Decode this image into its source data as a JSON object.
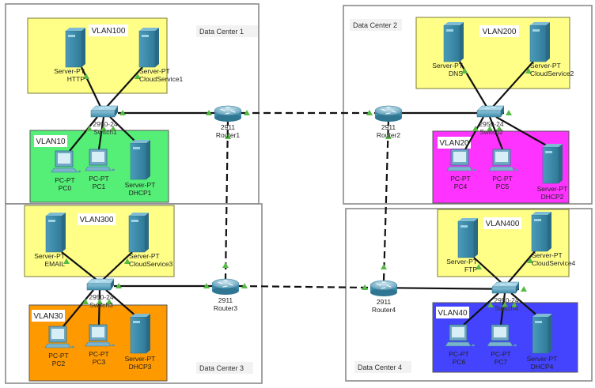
{
  "title": "Four data center network topology",
  "colors": {
    "vlan_server": "#ffff88",
    "vlan10": "#55ee77",
    "vlan20": "#ff33ff",
    "vlan30": "#ff9900",
    "vlan40": "#4444ff",
    "link": "#111111",
    "port_up": "#55bb44",
    "device": "#3f8aa8"
  },
  "data_centers": [
    {
      "id": "dc1",
      "label": "Data Center 1",
      "server_vlan": "VLAN100",
      "pc_vlan": "VLAN10",
      "switch": {
        "model": "2950-24",
        "name": "Switch1"
      },
      "router": {
        "model": "2911",
        "name": "Router1"
      },
      "servers": [
        {
          "type": "Server-PT",
          "name": "HTTP"
        },
        {
          "type": "Server-PT",
          "name": "CloudService1"
        }
      ],
      "hosts": [
        {
          "type": "PC-PT",
          "name": "PC0"
        },
        {
          "type": "PC-PT",
          "name": "PC1"
        },
        {
          "type": "Server-PT",
          "name": "DHCP1"
        }
      ]
    },
    {
      "id": "dc2",
      "label": "Data Center 2",
      "server_vlan": "VLAN200",
      "pc_vlan": "VLAN20",
      "switch": {
        "model": "2950-24",
        "name": "Switch2"
      },
      "router": {
        "model": "2911",
        "name": "Router2"
      },
      "servers": [
        {
          "type": "Server-PT",
          "name": "DNS"
        },
        {
          "type": "Server-PT",
          "name": "CloudService2"
        }
      ],
      "hosts": [
        {
          "type": "PC-PT",
          "name": "PC4"
        },
        {
          "type": "PC-PT",
          "name": "PC5"
        },
        {
          "type": "Server-PT",
          "name": "DHCP2"
        }
      ]
    },
    {
      "id": "dc3",
      "label": "Data Center 3",
      "server_vlan": "VLAN300",
      "pc_vlan": "VLAN30",
      "switch": {
        "model": "2950-24",
        "name": "Switch3"
      },
      "router": {
        "model": "2911",
        "name": "Router3"
      },
      "servers": [
        {
          "type": "Server-PT",
          "name": "EMAIL"
        },
        {
          "type": "Server-PT",
          "name": "CloudService3"
        }
      ],
      "hosts": [
        {
          "type": "PC-PT",
          "name": "PC2"
        },
        {
          "type": "PC-PT",
          "name": "PC3"
        },
        {
          "type": "Server-PT",
          "name": "DHCP3"
        }
      ]
    },
    {
      "id": "dc4",
      "label": "Data Center 4",
      "server_vlan": "VLAN400",
      "pc_vlan": "VLAN40",
      "switch": {
        "model": "2950-24",
        "name": "Switch4"
      },
      "router": {
        "model": "2911",
        "name": "Router4"
      },
      "servers": [
        {
          "type": "Server-PT",
          "name": "FTP"
        },
        {
          "type": "Server-PT",
          "name": "CloudService4"
        }
      ],
      "hosts": [
        {
          "type": "PC-PT",
          "name": "PC6"
        },
        {
          "type": "PC-PT",
          "name": "PC7"
        },
        {
          "type": "Server-PT",
          "name": "DHCP4"
        }
      ]
    }
  ],
  "wan_links": [
    {
      "from": "Router1",
      "to": "Router2",
      "style": "dashed"
    },
    {
      "from": "Router1",
      "to": "Router3",
      "style": "dashed"
    },
    {
      "from": "Router2",
      "to": "Router4",
      "style": "dashed"
    },
    {
      "from": "Router3",
      "to": "Router4",
      "style": "dashed"
    }
  ]
}
